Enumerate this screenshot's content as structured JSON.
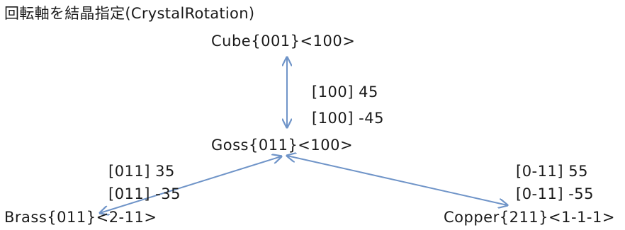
{
  "title": "回転軸を結晶指定(CrystalRotation)",
  "nodes": {
    "cube": "Cube{001}<100>",
    "goss": "Goss{011}<100>",
    "brass": "Brass{011}<2-11>",
    "copper": "Copper{211}<1-1-1>"
  },
  "edges": {
    "cube_goss": {
      "line1": "[100]  45",
      "line2": "[100]  -45"
    },
    "goss_brass": {
      "line1": "[011] 35",
      "line2": "[011] -35"
    },
    "goss_copper": {
      "line1": "[0-11] 55",
      "line2": "[0-11]  -55"
    }
  },
  "colors": {
    "arrow": "#6f94c8",
    "text": "#1a1a1a"
  }
}
